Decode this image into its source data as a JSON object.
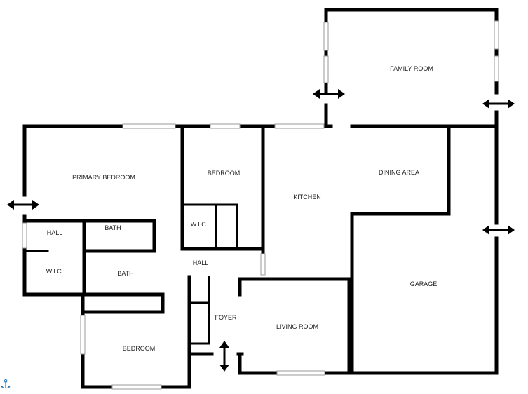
{
  "rooms": {
    "family_room": "FAMILY ROOM",
    "primary_bedroom": "PRIMARY BEDROOM",
    "bedroom_top": "BEDROOM",
    "kitchen": "KITCHEN",
    "dining_area": "DINING AREA",
    "hall_left": "HALL",
    "bath_top": "BATH",
    "wic_center": "W.I.C.",
    "wic_left": "W.I.C.",
    "bath_lower": "BATH",
    "hall_center": "HALL",
    "garage": "GARAGE",
    "foyer": "FOYER",
    "living_room": "LIVING ROOM",
    "bedroom_bottom": "BEDROOM"
  },
  "icons": {
    "arrow": "double-arrow-icon",
    "anchor": "anchor-icon"
  },
  "colors": {
    "wall": "#000000",
    "background": "#ffffff",
    "anchor": "#1a6fb3"
  }
}
